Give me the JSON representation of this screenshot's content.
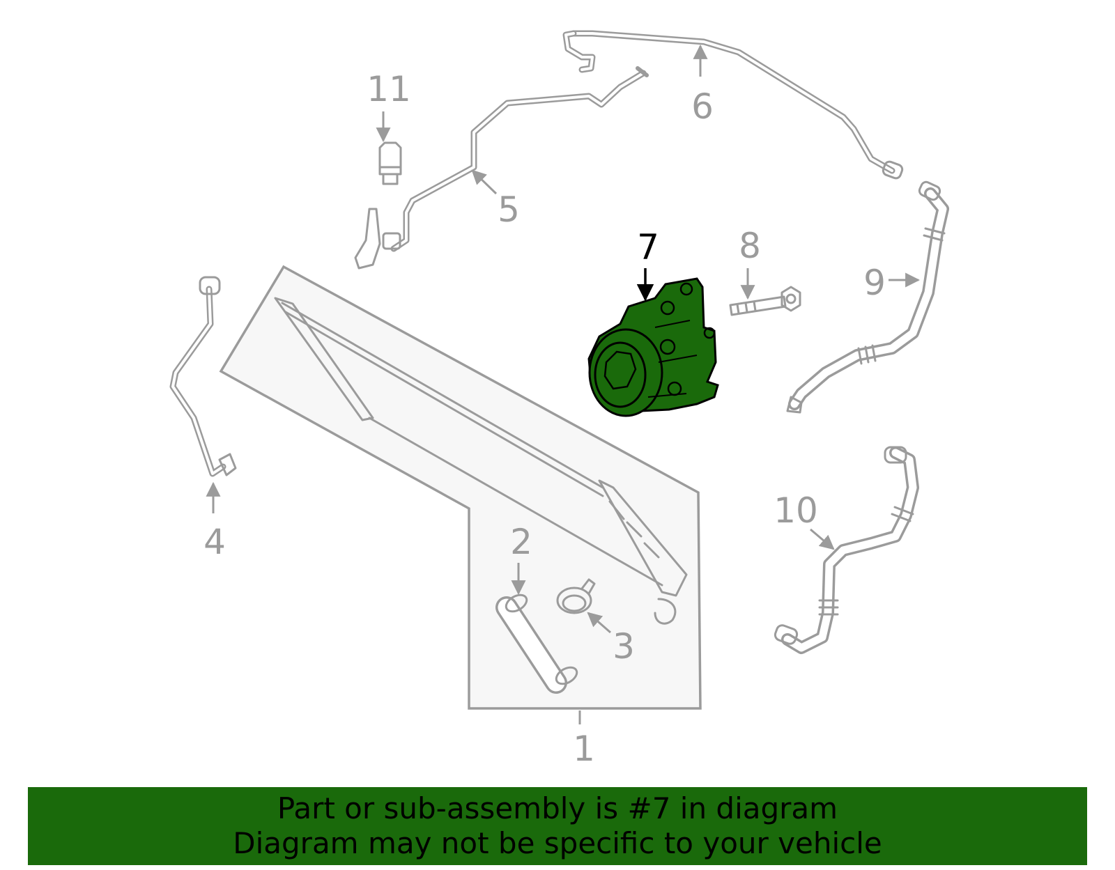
{
  "callouts": {
    "c1": "1",
    "c2": "2",
    "c3": "3",
    "c4": "4",
    "c5": "5",
    "c6": "6",
    "c7": "7",
    "c8": "8",
    "c9": "9",
    "c10": "10",
    "c11": "11"
  },
  "highlight": {
    "part_number": "7",
    "color": "#1a6a0b"
  },
  "banner": {
    "line1": "Part or sub-assembly is #7 in diagram",
    "line2": "Diagram may not be specific to your vehicle",
    "background": "#1a6a0b"
  }
}
